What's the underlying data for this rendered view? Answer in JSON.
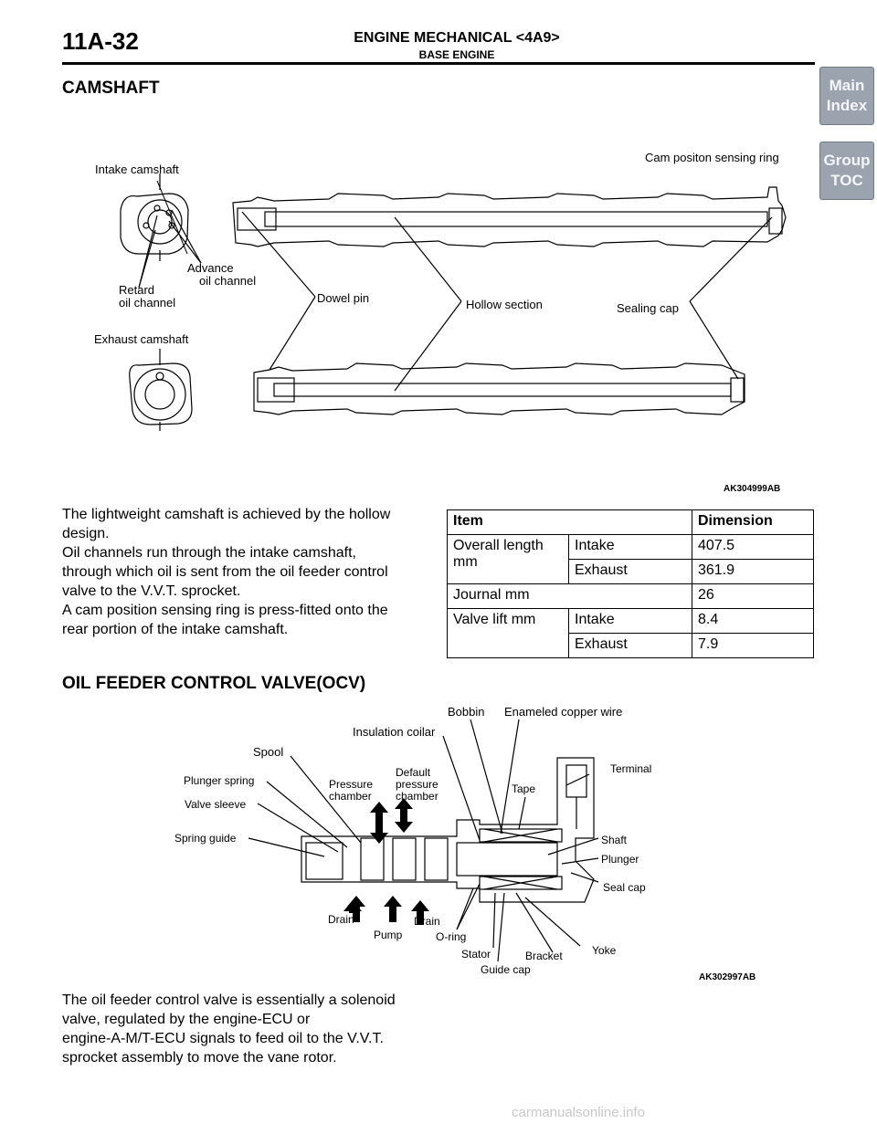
{
  "header": {
    "page_number": "11A-32",
    "title": "ENGINE MECHANICAL <4A9>",
    "subtitle": "BASE ENGINE"
  },
  "nav": {
    "main_index": [
      "Main",
      "Index"
    ],
    "group_toc": [
      "Group",
      "TOC"
    ]
  },
  "camshaft": {
    "title": "CAMSHAFT",
    "labels": {
      "intake": "Intake camshaft",
      "exhaust": "Exhaust camshaft",
      "cam_ring": "Cam positon sensing ring",
      "advance": [
        "Advance",
        "oil channel"
      ],
      "retard": [
        "Retard",
        "oil channel"
      ],
      "dowel": "Dowel pin",
      "hollow": "Hollow section",
      "sealing": "Sealing cap"
    },
    "figure_code": "AK304999AB",
    "description": [
      "The lightweight camshaft is achieved by the hollow",
      "design.",
      "Oil channels run through the intake camshaft,",
      "through which oil is sent from the oil feeder control",
      "valve to the V.V.T. sprocket.",
      "A cam position sensing ring is press-fitted onto the",
      "rear portion of the intake camshaft."
    ],
    "table": {
      "head_item": "Item",
      "head_dim": "Dimension",
      "overall": [
        "Overall length",
        "mm"
      ],
      "intake": "Intake",
      "exhaust": "Exhaust",
      "overall_intake": "407.5",
      "overall_exhaust": "361.9",
      "journal": "Journal mm",
      "journal_val": "26",
      "valve_lift": "Valve lift mm",
      "lift_intake": "8.4",
      "lift_exhaust": "7.9"
    }
  },
  "ocv": {
    "title": "OIL FEEDER CONTROL VALVE(OCV)",
    "labels": {
      "bobbin": "Bobbin",
      "wire": "Enameled copper wire",
      "insulation": "Insulation coilar",
      "spool": "Spool",
      "plunger_spring": "Plunger spring",
      "valve_sleeve": "Valve sleeve",
      "spring_guide": "Spring guide",
      "pressure": [
        "Pressure",
        "chamber"
      ],
      "default": [
        "Default",
        "pressure",
        "chamber"
      ],
      "terminal": "Terminal",
      "tape": "Tape",
      "shaft": "Shaft",
      "plunger": "Plunger",
      "seal_cap": "Seal cap",
      "drain": "Drain",
      "pump": "Pump",
      "oring": "O-ring",
      "stator": "Stator",
      "guide_cap": "Guide cap",
      "bracket": "Bracket",
      "yoke": "Yoke"
    },
    "figure_code": "AK302997AB",
    "description": [
      "The oil feeder control valve is essentially a solenoid",
      "valve, regulated by the engine-ECU or",
      "engine-A-M/T-ECU signals to feed oil to the V.V.T.",
      "sprocket assembly to move the vane rotor."
    ]
  },
  "watermark": "carmanualsonline.info"
}
